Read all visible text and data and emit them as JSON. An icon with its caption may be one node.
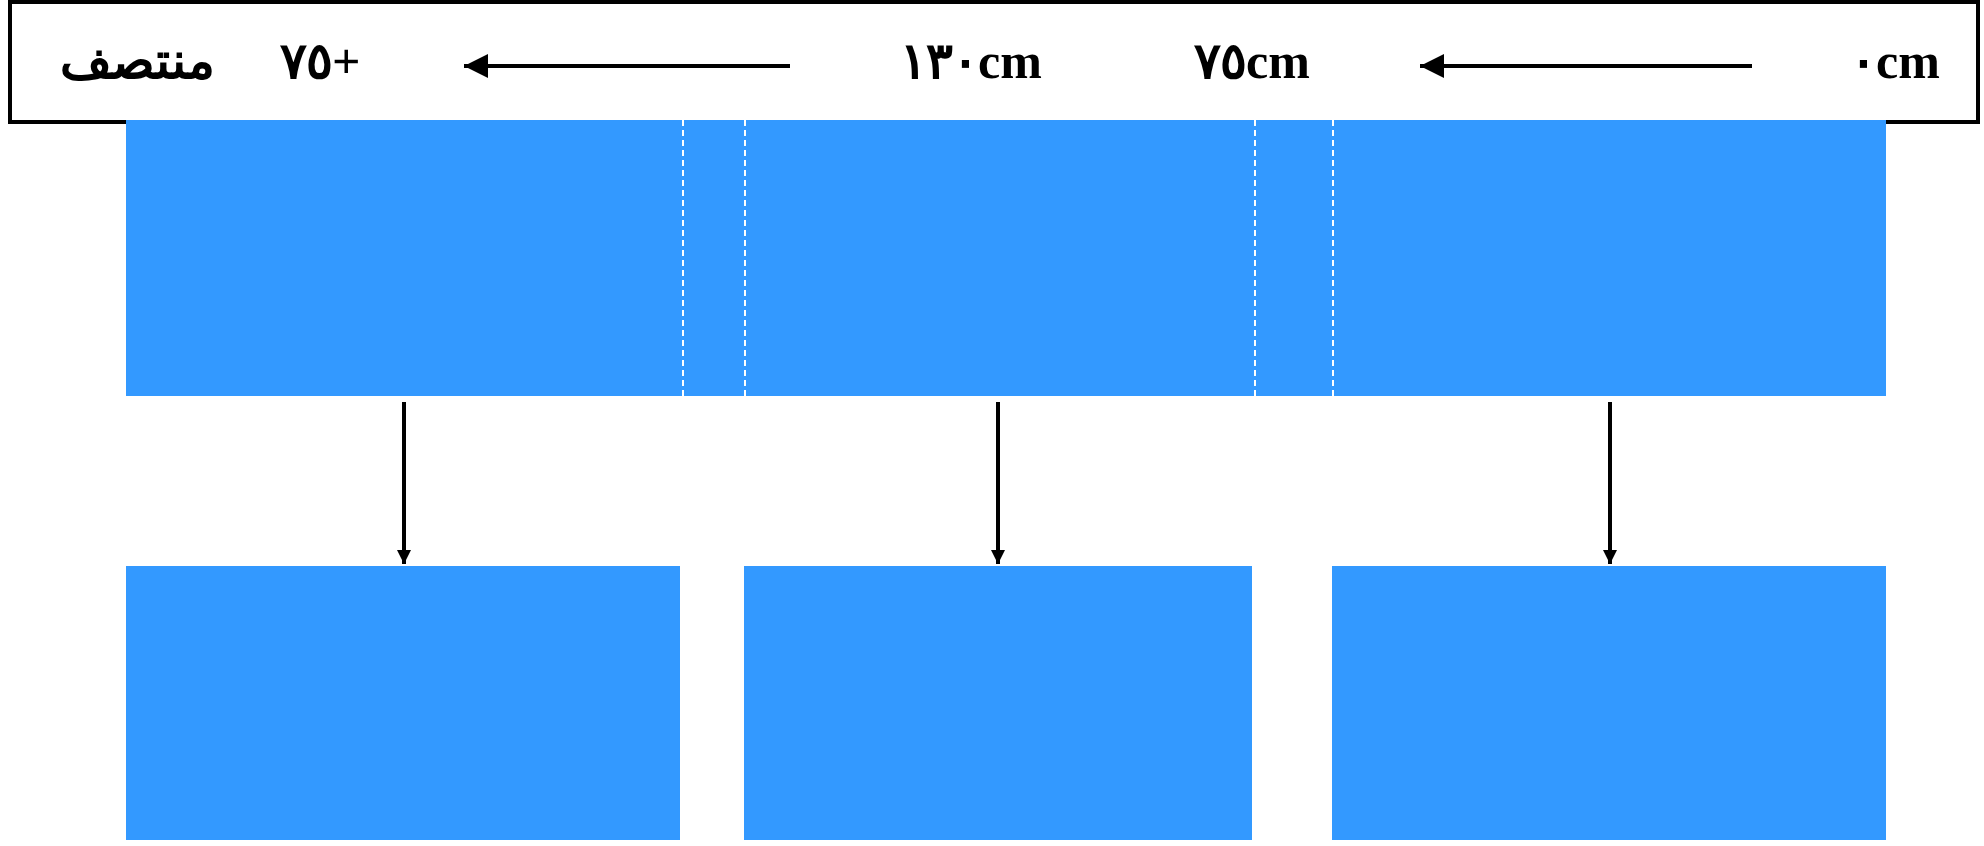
{
  "diagram": {
    "nodes": [
      {
        "text": [],
        "shape": "box"
      },
      {
        "text": [],
        "shape": "box"
      },
      {
        "text": [],
        "shape": "box"
      },
      {
        "text": [],
        "shape": "box"
      },
      {
        "text": [],
        "shape": "box"
      },
      {
        "text": [],
        "shape": "box"
      }
    ],
    "edges": [
      {
        "from": 0,
        "to": 3,
        "arrow": "to"
      },
      {
        "from": 1,
        "to": 4,
        "arrow": "to"
      },
      {
        "from": 2,
        "to": 5,
        "arrow": "to"
      }
    ],
    "labels": [
      "منتصف",
      "٧٥+",
      "١٣٠cm",
      "٧٥cm",
      "٠cm"
    ]
  }
}
